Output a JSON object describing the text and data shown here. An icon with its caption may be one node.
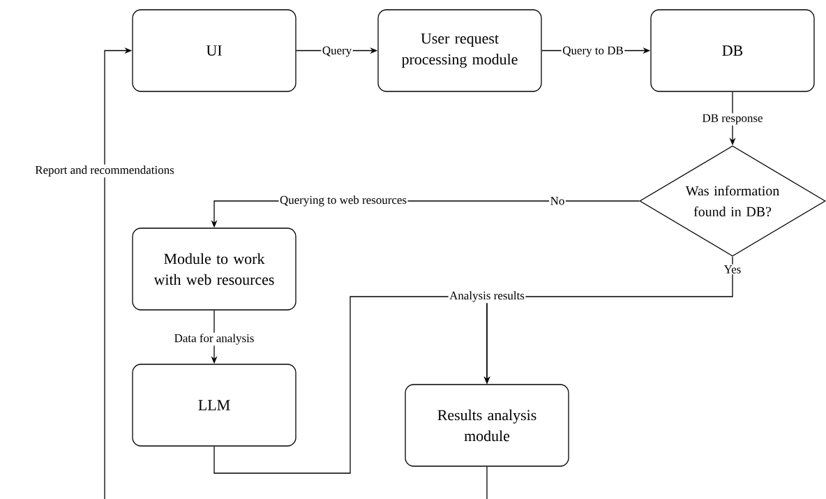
{
  "diagram": {
    "nodes": [
      {
        "text": [
          "UI"
        ]
      },
      {
        "text": [
          "User request processing module"
        ]
      },
      {
        "text": [
          "DB"
        ]
      },
      {
        "text": [
          "Was information found in DB?"
        ]
      },
      {
        "text": [
          "Module to work with web resources"
        ]
      },
      {
        "text": [
          "LLM"
        ]
      },
      {
        "text": [
          "Results analysis module"
        ]
      }
    ],
    "edges": [
      {
        "from": 0,
        "to": 1,
        "arrow": "to",
        "label": "Query"
      },
      {
        "from": 1,
        "to": 2,
        "arrow": "to",
        "label": "Query to DB"
      },
      {
        "from": 2,
        "to": 3,
        "arrow": "to",
        "label": "DB response"
      },
      {
        "from": 3,
        "to": 4,
        "arrow": "to",
        "label": "No"
      },
      {
        "from": 3,
        "to": 6,
        "arrow": "to",
        "label": "Yes"
      },
      {
        "from": 5,
        "to": 6,
        "arrow": "to",
        "label": "Analysis results"
      },
      {
        "from": 4,
        "to": 5,
        "arrow": "to",
        "label": "Data for analysis"
      },
      {
        "from": 6,
        "to": null,
        "arrow": "none"
      },
      {
        "from": null,
        "to": 0,
        "arrow": "to",
        "label": "Report and recommendations"
      }
    ],
    "labels": [
      "Querying to web resources"
    ]
  }
}
